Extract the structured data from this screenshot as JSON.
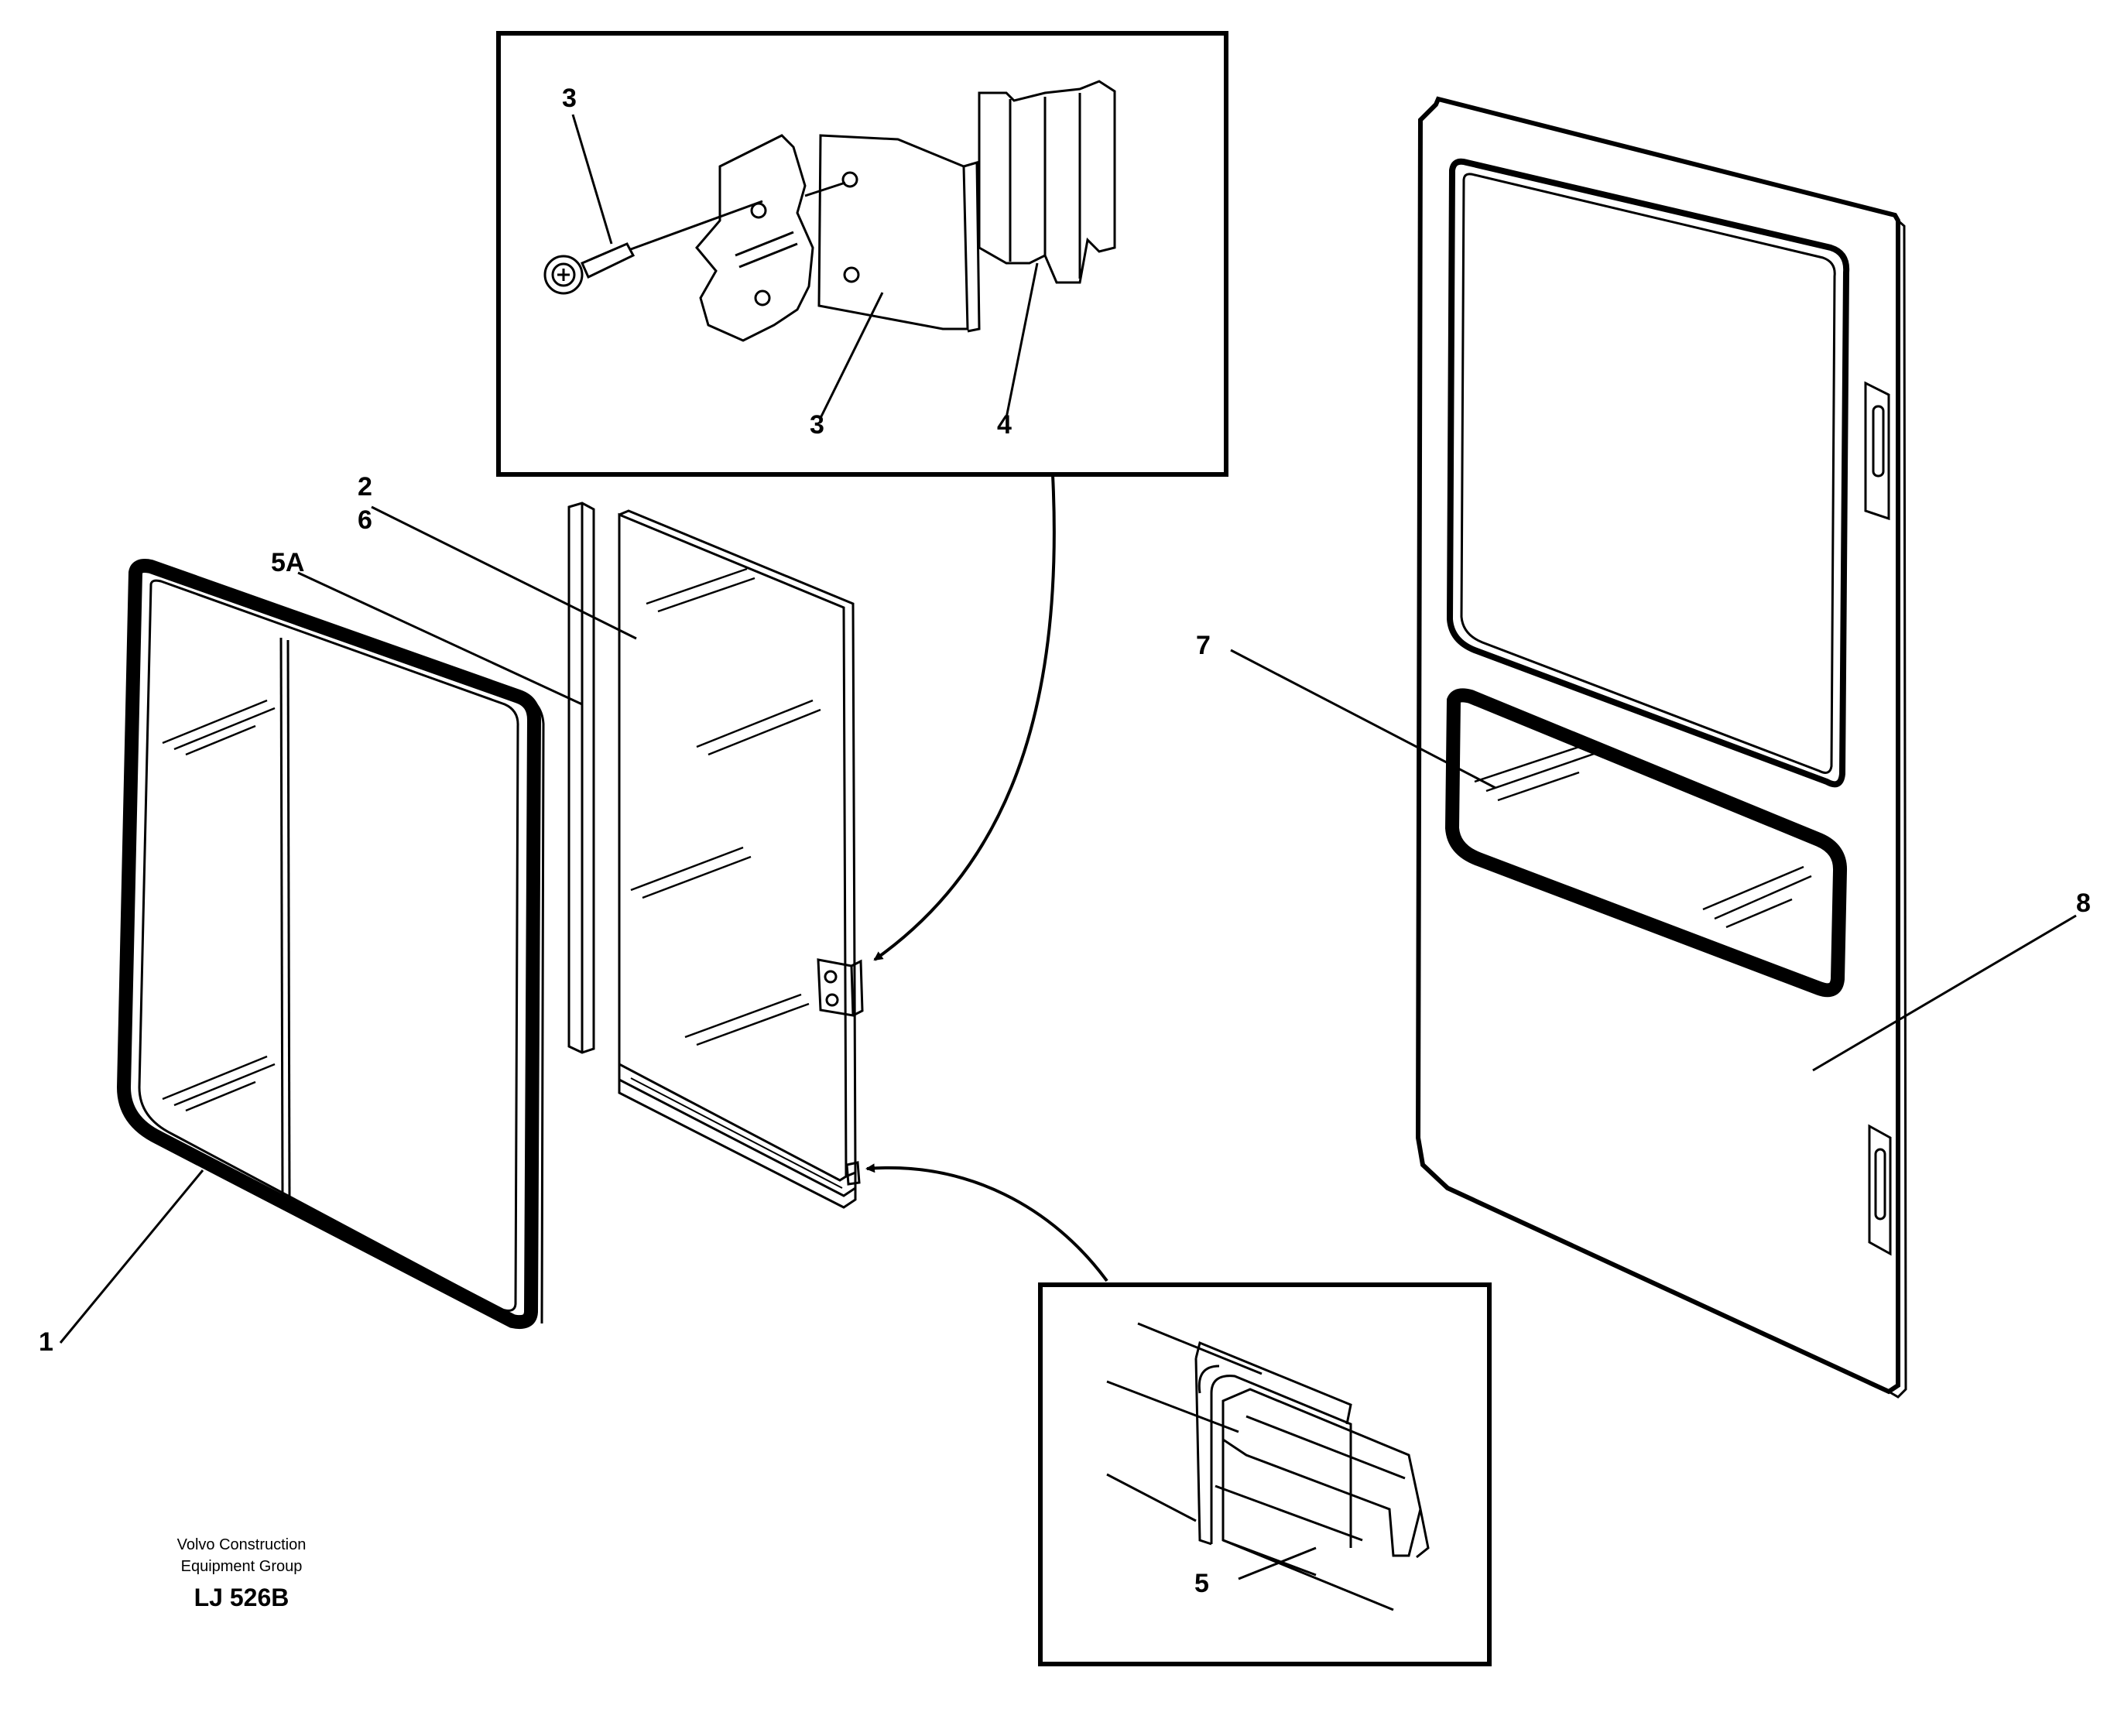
{
  "callouts": {
    "c1": "1",
    "c2": "2",
    "c6": "6",
    "c5a": "5A",
    "c3_screw": "3",
    "c3_plate": "3",
    "c4": "4",
    "c5": "5",
    "c7": "7",
    "c8": "8"
  },
  "credit": {
    "line1": "Volvo Construction",
    "line2": "Equipment Group"
  },
  "drawing_code": "LJ 526B",
  "colors": {
    "ink": "#000000",
    "paper": "#ffffff"
  }
}
